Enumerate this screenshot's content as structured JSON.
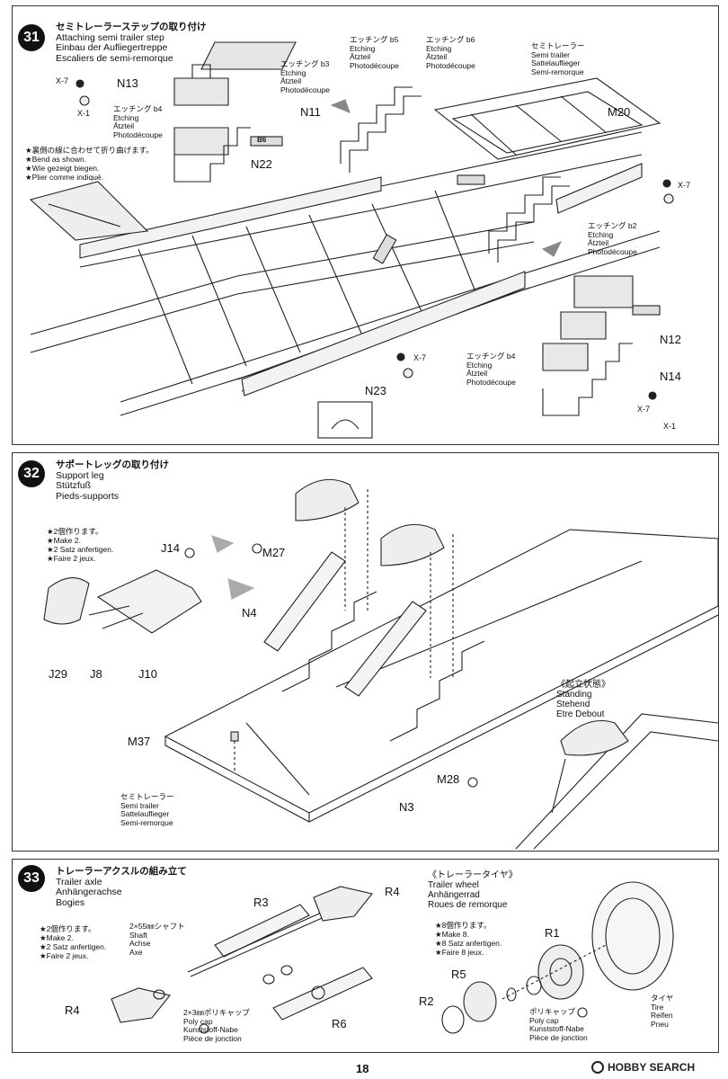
{
  "steps": [
    {
      "number": "31",
      "title_jp": "セミトレーラーステップの取り付け",
      "title_en": "Attaching semi trailer step",
      "title_de": "Einbau der Aufliegertreppe",
      "title_fr": "Escaliers de semi-remorque",
      "bend_note": [
        "★裏側の線に合わせて折り曲げます。",
        "★Bend as shown.",
        "★Wie gezeigt biegen.",
        "★Plier comme indiqué."
      ],
      "etching_b3": [
        "エッチング b3",
        "Etching",
        "Ätzteil",
        "Photodécoupe"
      ],
      "etching_b4": [
        "エッチング b4",
        "Etching",
        "Ätzteil",
        "Photodécoupe"
      ],
      "etching_b5": [
        "エッチング b5",
        "Etching",
        "Ätzteil",
        "Photodécoupe"
      ],
      "etching_b6": [
        "エッチング b6",
        "Etching",
        "Ätzteil",
        "Photodécoupe"
      ],
      "etching_b2": [
        "エッチング b2",
        "Etching",
        "Ätzteil",
        "Photodécoupe"
      ],
      "etching_b4_right": [
        "エッチング b4",
        "Etching",
        "Ätzteil",
        "Photodécoupe"
      ],
      "semi_trailer": [
        "セミトレーラー",
        "Semi trailer",
        "Sattelauflieger",
        "Semi-remorque"
      ],
      "parts": {
        "x7": "X-7",
        "x1": "X-1",
        "n13": "N13",
        "n11": "N11",
        "n22": "N22",
        "n23": "N23",
        "m20": "M20",
        "n12": "N12",
        "n14": "N14",
        "b6": "B6"
      }
    },
    {
      "number": "32",
      "title_jp": "サポートレッグの取り付け",
      "title_en": "Support leg",
      "title_de": "Stützfuß",
      "title_fr": "Pieds-supports",
      "make_note": [
        "★2個作ります。",
        "★Make 2.",
        "★2 Satz anfertigen.",
        "★Faire 2 jeux."
      ],
      "standing": [
        "《起立状態》",
        "Standing",
        "Stehend",
        "Etre Debout"
      ],
      "semi_trailer": [
        "セミトレーラー",
        "Semi trailer",
        "Sattelauflieger",
        "Semi-remorque"
      ],
      "parts": {
        "j14": "J14",
        "m27": "M27",
        "n4": "N4",
        "j29": "J29",
        "j8": "J8",
        "j10": "J10",
        "m37": "M37",
        "m28": "M28",
        "n3": "N3"
      }
    },
    {
      "number": "33",
      "title_jp": "トレーラーアクスルの組み立て",
      "title_en": "Trailer axle",
      "title_de": "Anhängerachse",
      "title_fr": "Bogies",
      "make_note": [
        "★2個作ります。",
        "★Make 2.",
        "★2 Satz anfertigen.",
        "★Faire 2 jeux."
      ],
      "shaft": [
        "2×55㎜シャフト",
        "Shaft",
        "Achse",
        "Axe"
      ],
      "polycap_3": [
        "2×3㎜ポリキャップ",
        "Poly cap",
        "Kunststoff-Nabe",
        "Pièce de jonction"
      ],
      "wheel_title": [
        "《トレーラータイヤ》",
        "Trailer wheel",
        "Anhängerrad",
        "Roues de remorque"
      ],
      "wheel_note": [
        "★8個作ります。",
        "★Make 8.",
        "★8 Satz anfertigen.",
        "★Faire 8 jeux."
      ],
      "polycap": [
        "ポリキャップ",
        "Poly cap",
        "Kunststoff-Nabe",
        "Pièce de jonction"
      ],
      "tire": [
        "タイヤ",
        "Tire",
        "Reifen",
        "Pneu"
      ],
      "parts": {
        "r3": "R3",
        "r4a": "R4",
        "r4b": "R4",
        "r6": "R6",
        "r1": "R1",
        "r5": "R5",
        "r2": "R2"
      }
    }
  ],
  "page_number": "18",
  "watermark": "HOBBY SEARCH"
}
